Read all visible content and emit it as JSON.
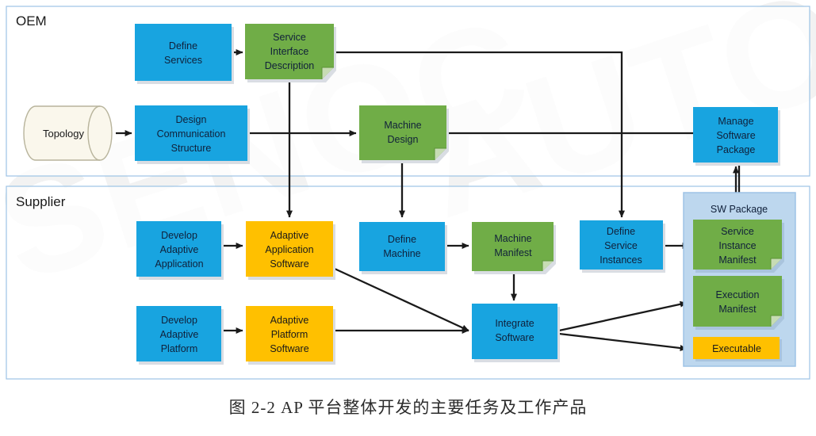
{
  "figure": {
    "caption": "图 2-2 AP 平台整体开发的主要任务及工作产品",
    "watermark_left": "SENOC",
    "watermark_right": "AUTOSA"
  },
  "colors": {
    "blue": "#18A4E0",
    "green": "#70AD47",
    "orange": "#FFC000",
    "cylinder": "#FAF7EC",
    "package_fill": "#BDD7EE",
    "lane_border": "#9DC3E6",
    "arrow": "#1a1a1a",
    "shadow": "#d9dde3"
  },
  "lanes": [
    {
      "id": "oem",
      "title": "OEM"
    },
    {
      "id": "supplier",
      "title": "Supplier"
    }
  ],
  "nodes": {
    "topology": {
      "label": "Topology",
      "shape": "cylinder",
      "color": "cylinder",
      "lane": "oem"
    },
    "define_services": {
      "label": "Define\nServices",
      "lines": [
        "Define",
        "Services"
      ],
      "shape": "task",
      "color": "blue",
      "lane": "oem"
    },
    "service_interface_description": {
      "label": "Service\nInterface\nDescription",
      "lines": [
        "Service",
        "Interface",
        "Description"
      ],
      "shape": "document",
      "color": "green",
      "lane": "oem"
    },
    "design_communication_structure": {
      "label": "Design\nCommunication\nStructure",
      "lines": [
        "Design",
        "Communication",
        "Structure"
      ],
      "shape": "task",
      "color": "blue",
      "lane": "oem"
    },
    "machine_design": {
      "label": "Machine\nDesign",
      "lines": [
        "Machine",
        "Design"
      ],
      "shape": "document",
      "color": "green",
      "lane": "oem"
    },
    "manage_software_package": {
      "label": "Manage\nSoftware\nPackage",
      "lines": [
        "Manage",
        "Software",
        "Package"
      ],
      "shape": "task",
      "color": "blue",
      "lane": "oem"
    },
    "develop_adaptive_application": {
      "label": "Develop\nAdaptive\nApplication",
      "lines": [
        "Develop",
        "Adaptive",
        "Application"
      ],
      "shape": "task",
      "color": "blue",
      "lane": "supplier"
    },
    "adaptive_application_software": {
      "label": "Adaptive\nApplication\nSoftware",
      "lines": [
        "Adaptive",
        "Application",
        "Software"
      ],
      "shape": "task",
      "color": "orange",
      "lane": "supplier"
    },
    "define_machine": {
      "label": "Define\nMachine",
      "lines": [
        "Define",
        "Machine"
      ],
      "shape": "task",
      "color": "blue",
      "lane": "supplier"
    },
    "machine_manifest": {
      "label": "Machine\nManifest",
      "lines": [
        "Machine",
        "Manifest"
      ],
      "shape": "document",
      "color": "green",
      "lane": "supplier"
    },
    "define_service_instances": {
      "label": "Define\nService\nInstances",
      "lines": [
        "Define",
        "Service",
        "Instances"
      ],
      "shape": "task",
      "color": "blue",
      "lane": "supplier"
    },
    "develop_adaptive_platform": {
      "label": "Develop\nAdaptive\nPlatform",
      "lines": [
        "Develop",
        "Adaptive",
        "Platform"
      ],
      "shape": "task",
      "color": "blue",
      "lane": "supplier"
    },
    "adaptive_platform_software": {
      "label": "Adaptive\nPlatform\nSoftware",
      "lines": [
        "Adaptive",
        "Platform",
        "Software"
      ],
      "shape": "task",
      "color": "orange",
      "lane": "supplier"
    },
    "integrate_software": {
      "label": "Integrate\nSoftware",
      "lines": [
        "Integrate",
        "Software"
      ],
      "shape": "task",
      "color": "blue",
      "lane": "supplier"
    },
    "sw_package": {
      "label": "SW Package",
      "shape": "container",
      "color": "package_fill",
      "lane": "supplier"
    },
    "service_instance_manifest": {
      "label": "Service\nInstance\nManifest",
      "lines": [
        "Service",
        "Instance",
        "Manifest"
      ],
      "shape": "document",
      "color": "green",
      "lane": "supplier"
    },
    "execution_manifest": {
      "label": "Execution\nManifest",
      "lines": [
        "Execution",
        "Manifest"
      ],
      "shape": "document",
      "color": "green",
      "lane": "supplier"
    },
    "executable": {
      "label": "Executable",
      "lines": [
        "Executable"
      ],
      "shape": "task",
      "color": "orange",
      "lane": "supplier"
    }
  },
  "edges": [
    {
      "from": "topology",
      "to": "design_communication_structure"
    },
    {
      "from": "define_services",
      "to": "service_interface_description"
    },
    {
      "from": "design_communication_structure",
      "to": "machine_design"
    },
    {
      "from": "service_interface_description",
      "to": "adaptive_application_software"
    },
    {
      "from": "service_interface_description",
      "to": "define_service_instances"
    },
    {
      "from": "machine_design",
      "to": "define_machine"
    },
    {
      "from": "machine_design",
      "to": "sw_package"
    },
    {
      "from": "develop_adaptive_application",
      "to": "adaptive_application_software"
    },
    {
      "from": "adaptive_application_software",
      "to": "integrate_software"
    },
    {
      "from": "define_machine",
      "to": "machine_manifest"
    },
    {
      "from": "machine_manifest",
      "to": "integrate_software"
    },
    {
      "from": "define_service_instances",
      "to": "service_instance_manifest"
    },
    {
      "from": "develop_adaptive_platform",
      "to": "adaptive_platform_software"
    },
    {
      "from": "adaptive_platform_software",
      "to": "integrate_software"
    },
    {
      "from": "integrate_software",
      "to": "execution_manifest"
    },
    {
      "from": "integrate_software",
      "to": "executable"
    },
    {
      "from": "sw_package",
      "to": "manage_software_package"
    }
  ]
}
